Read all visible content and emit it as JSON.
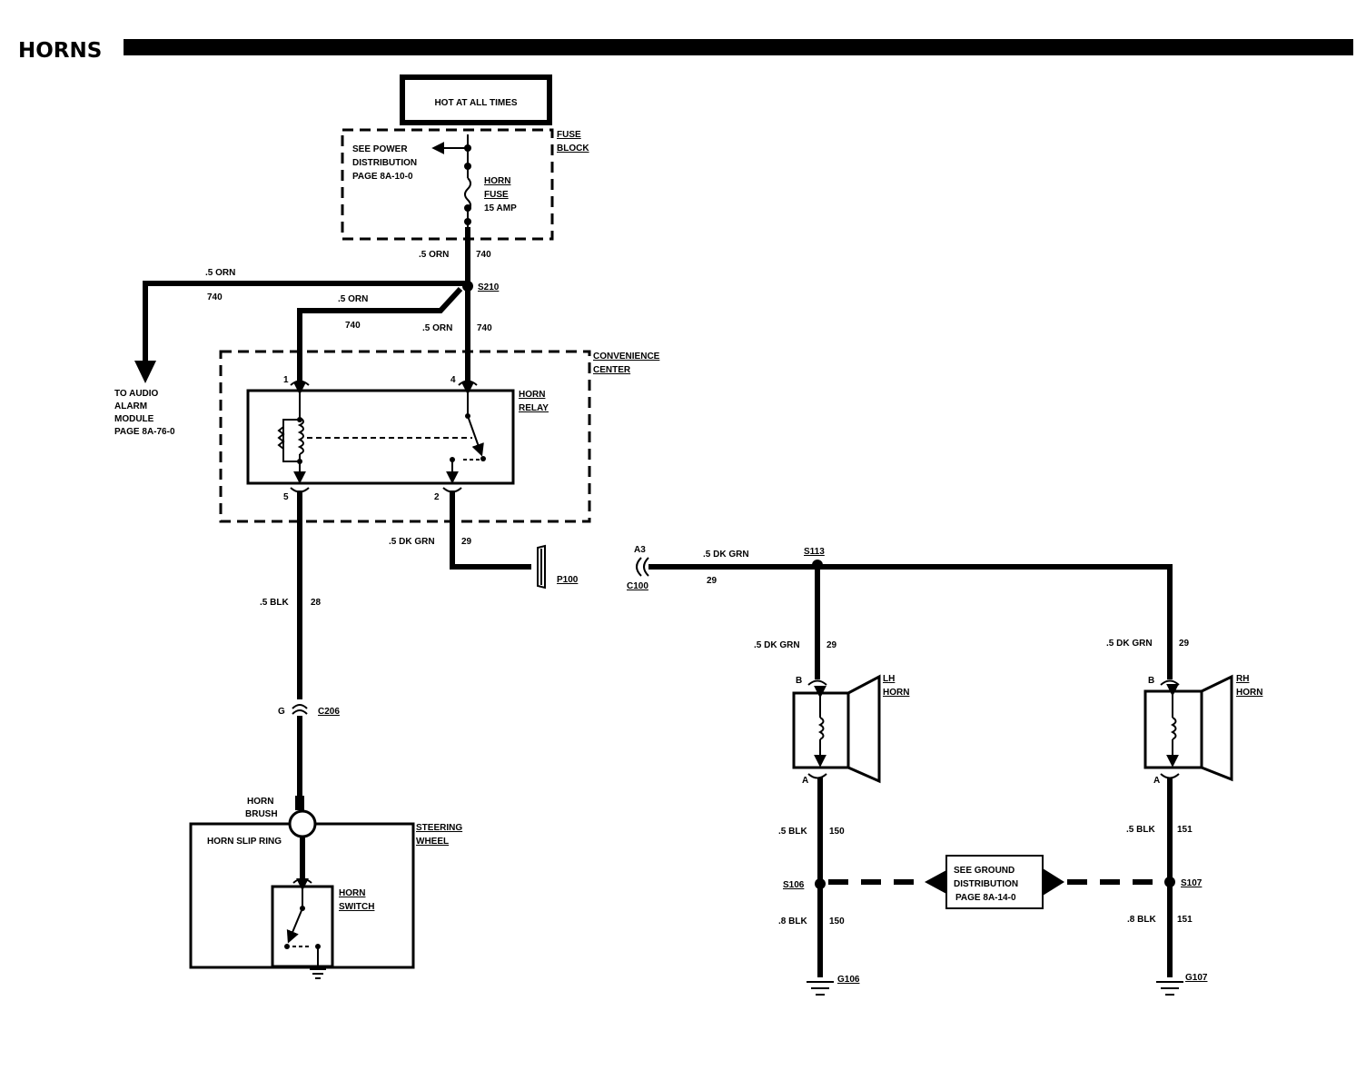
{
  "title": "HORNS",
  "hot_label": "HOT AT ALL TIMES",
  "fuse_block": {
    "label_lines": [
      "FUSE",
      "BLOCK"
    ],
    "power_ref_lines": [
      "SEE POWER",
      "DISTRIBUTION",
      "PAGE 8A-10-0"
    ],
    "fuse_lines": [
      "HORN",
      "FUSE",
      "15 AMP"
    ]
  },
  "wires": {
    "fuse_out": {
      "gauge": ".5 ORN",
      "circuit": "740"
    },
    "to_audio": {
      "gauge": ".5 ORN",
      "circuit": "740"
    },
    "to_pin1": {
      "gauge": ".5 ORN",
      "circuit": "740"
    },
    "to_pin4": {
      "gauge": ".5 ORN",
      "circuit": "740"
    },
    "relay_out": {
      "gauge": ".5 DK GRN",
      "circuit": "29"
    },
    "c100_out": {
      "gauge": ".5 DK GRN",
      "circuit": "29"
    },
    "switch_wire": {
      "gauge": ".5 BLK",
      "circuit": "28"
    },
    "lh_feed": {
      "gauge": ".5 DK GRN",
      "circuit": "29"
    },
    "rh_feed": {
      "gauge": ".5 DK GRN",
      "circuit": "29"
    },
    "lh_gnd_a": {
      "gauge": ".5 BLK",
      "circuit": "150"
    },
    "lh_gnd_b": {
      "gauge": ".8 BLK",
      "circuit": "150"
    },
    "rh_gnd_a": {
      "gauge": ".5 BLK",
      "circuit": "151"
    },
    "rh_gnd_b": {
      "gauge": ".8 BLK",
      "circuit": "151"
    }
  },
  "splices": {
    "s210": "S210",
    "s113": "S113",
    "s106": "S106",
    "s107": "S107"
  },
  "connectors": {
    "p100": "P100",
    "c100": "C100",
    "a3": "A3",
    "c206": "C206",
    "g": "G"
  },
  "audio_alarm_lines": [
    "TO AUDIO",
    "ALARM",
    "MODULE",
    "PAGE 8A-76-0"
  ],
  "convenience_center_lines": [
    "CONVENIENCE",
    "CENTER"
  ],
  "horn_relay_lines": [
    "HORN",
    "RELAY"
  ],
  "relay_pins": {
    "p1": "1",
    "p4": "4",
    "p5": "5",
    "p2": "2"
  },
  "steering": {
    "label_lines": [
      "STEERING",
      "WHEEL"
    ],
    "brush_lines": [
      "HORN",
      "BRUSH"
    ],
    "slip_ring": "HORN SLIP RING",
    "switch_lines": [
      "HORN",
      "SWITCH"
    ]
  },
  "lh_horn": {
    "label_lines": [
      "LH",
      "HORN"
    ],
    "pin_b": "B",
    "pin_a": "A"
  },
  "rh_horn": {
    "label_lines": [
      "RH",
      "HORN"
    ],
    "pin_b": "B",
    "pin_a": "A"
  },
  "ground_ref_lines": [
    "SEE GROUND",
    "DISTRIBUTION",
    "PAGE 8A-14-0"
  ],
  "grounds": {
    "g106": "G106",
    "g107": "G107"
  }
}
